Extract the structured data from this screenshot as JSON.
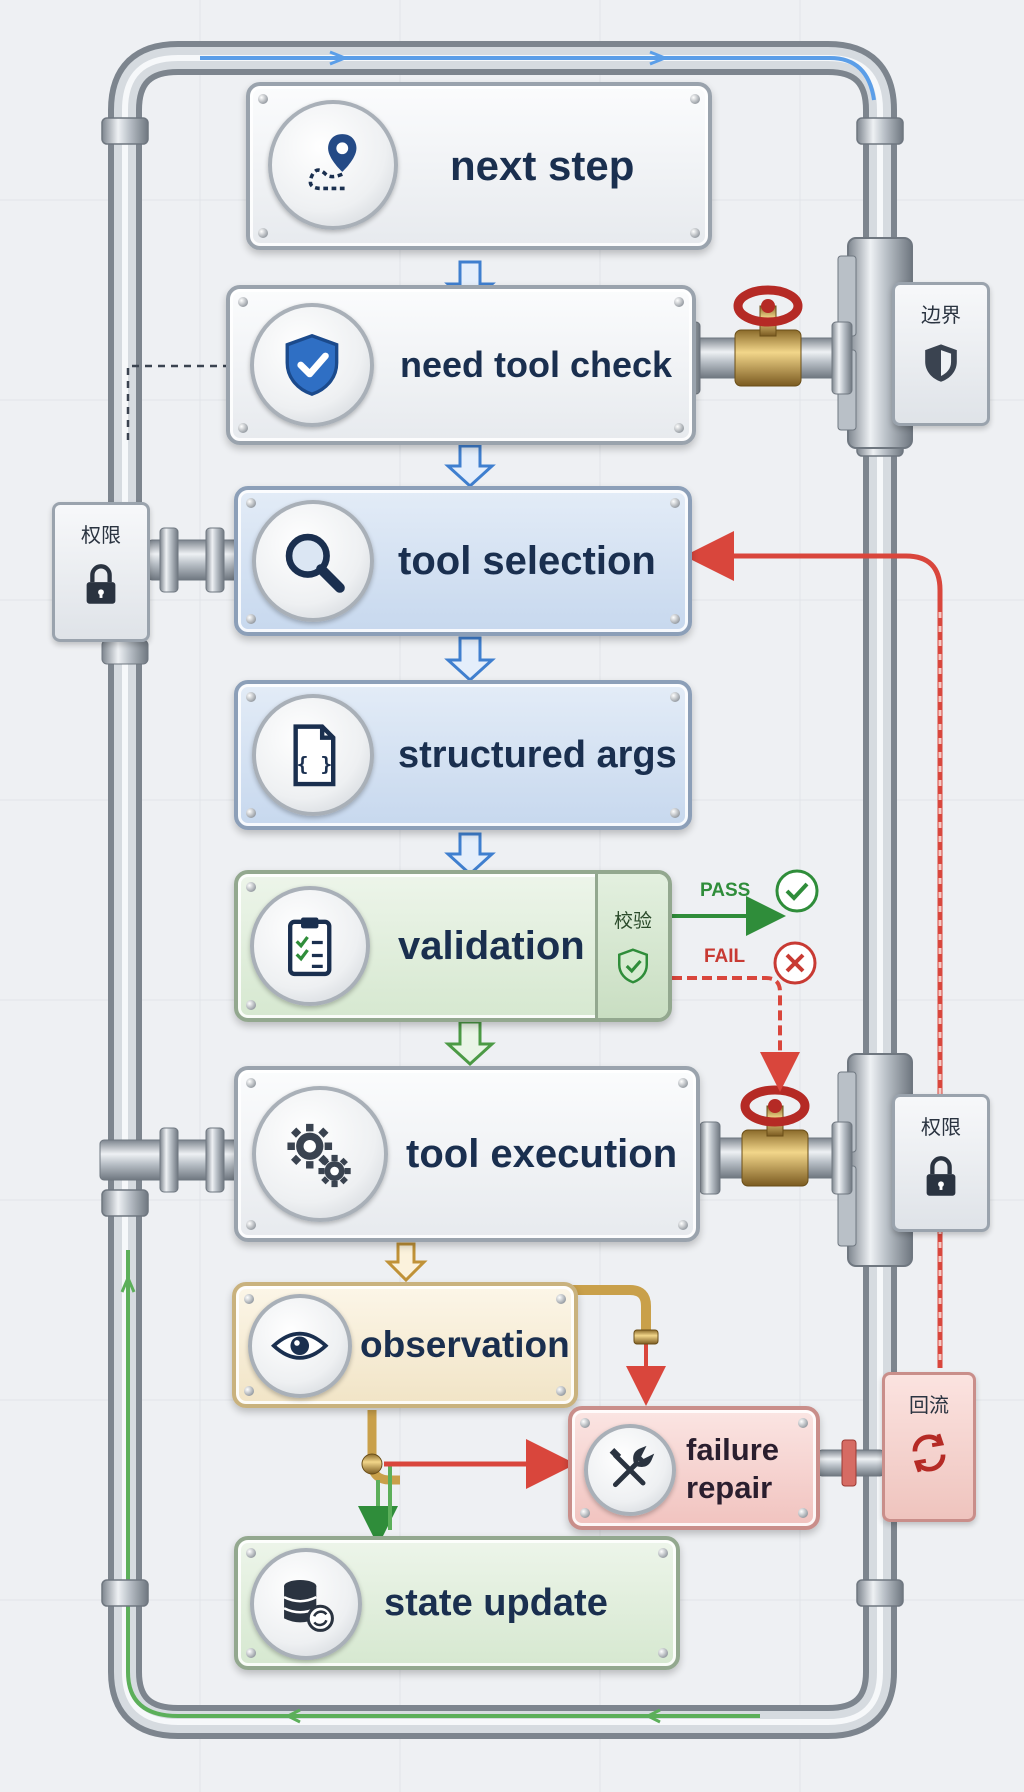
{
  "steps": {
    "next_step": "next step",
    "need_tool_check": "need tool check",
    "tool_selection": "tool selection",
    "structured_args": "structured args",
    "validation": "validation",
    "tool_execution": "tool execution",
    "observation": "observation",
    "failure_repair_line1": "failure",
    "failure_repair_line2": "repair",
    "state_update": "state update"
  },
  "side_tags": {
    "boundary": "边界",
    "permission_left": "权限",
    "permission_right": "权限",
    "backflow": "回流",
    "validate": "校验"
  },
  "outcomes": {
    "pass": "PASS",
    "fail": "FAIL"
  },
  "icons": {
    "next_step": "map-route-pin-icon",
    "need_tool_check": "shield-check-icon",
    "tool_selection": "magnifier-icon",
    "structured_args": "code-document-icon",
    "validation": "clipboard-checklist-icon",
    "tool_execution": "gears-icon",
    "observation": "eye-icon",
    "failure_repair": "wrench-screwdriver-icon",
    "state_update": "database-sync-icon",
    "boundary": "shield-icon",
    "permission": "padlock-icon",
    "backflow": "cycle-arrows-icon"
  },
  "colors": {
    "pipe": "#a9b0b8",
    "blue_flow": "#5b9ee8",
    "green_flow": "#5caf5a",
    "red_flow": "#d9463c",
    "gold_pipe": "#c9a04a",
    "text_dark": "#1a2f4f",
    "pass": "#2f8d3a",
    "fail": "#c83a33"
  }
}
